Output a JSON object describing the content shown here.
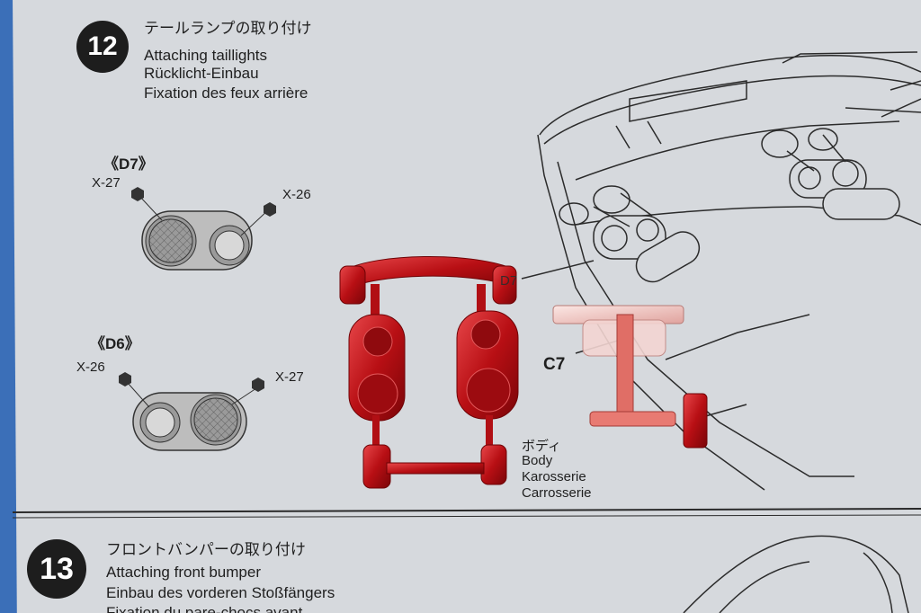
{
  "step12": {
    "number": "12",
    "title_ja": "テールランプの取り付け",
    "title_en": "Attaching taillights",
    "title_de": "Rücklicht-Einbau",
    "title_fr": "Fixation des feux arrière"
  },
  "d7": {
    "label": "《D7》",
    "left_screw": "X-27",
    "right_screw": "X-26"
  },
  "d6": {
    "label": "《D6》",
    "left_screw": "X-26",
    "right_screw": "X-27"
  },
  "parts": {
    "c7": "C7",
    "d7_tag": "D7"
  },
  "body_label": {
    "ja": "ボディ",
    "en": "Body",
    "de": "Karosserie",
    "fr": "Carrosserie"
  },
  "step13": {
    "number": "13",
    "title_ja": "フロントバンパーの取り付け",
    "title_en": "Attaching front bumper",
    "title_de": "Einbau des vorderen Stoßfängers",
    "title_fr": "Fixation du pare-chocs avant"
  },
  "colors": {
    "paper": "#d6d9dd",
    "background": "#3b6fb8",
    "red_part": "#c8161a",
    "clear_part": "#f0c8c4",
    "ink": "#1f1f1f"
  }
}
